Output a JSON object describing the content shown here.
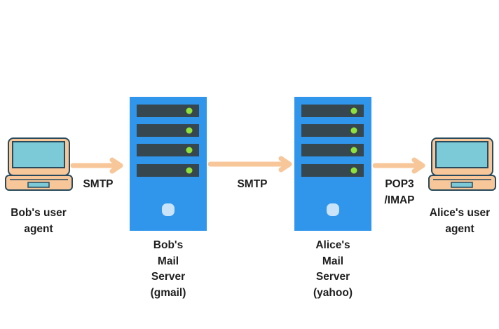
{
  "colors": {
    "server_body": "#2f96ec",
    "drive_bay": "#37474f",
    "led": "#8ce13a",
    "server_button": "#c9e3f8",
    "laptop_body": "#f7c79a",
    "laptop_outline": "#284a5c",
    "laptop_screen": "#7ccad8",
    "arrow": "#f7c79a",
    "text": "#1e1e1e"
  },
  "nodes": {
    "bob_agent": {
      "label_lines": [
        "Bob's user",
        "agent"
      ],
      "icon": "laptop-icon"
    },
    "bob_server": {
      "label_lines": [
        "Bob's",
        "Mail",
        "Server",
        "(gmail)"
      ],
      "icon": "server-icon"
    },
    "alice_server": {
      "label_lines": [
        "Alice's",
        "Mail",
        "Server",
        "(yahoo)"
      ],
      "icon": "server-icon"
    },
    "alice_agent": {
      "label_lines": [
        "Alice's user",
        "agent"
      ],
      "icon": "laptop-icon"
    }
  },
  "edges": [
    {
      "from": "bob_agent",
      "to": "bob_server",
      "label_lines": [
        "SMTP"
      ]
    },
    {
      "from": "bob_server",
      "to": "alice_server",
      "label_lines": [
        "SMTP"
      ]
    },
    {
      "from": "alice_server",
      "to": "alice_agent",
      "label_lines": [
        "POP3",
        "/IMAP"
      ]
    }
  ]
}
